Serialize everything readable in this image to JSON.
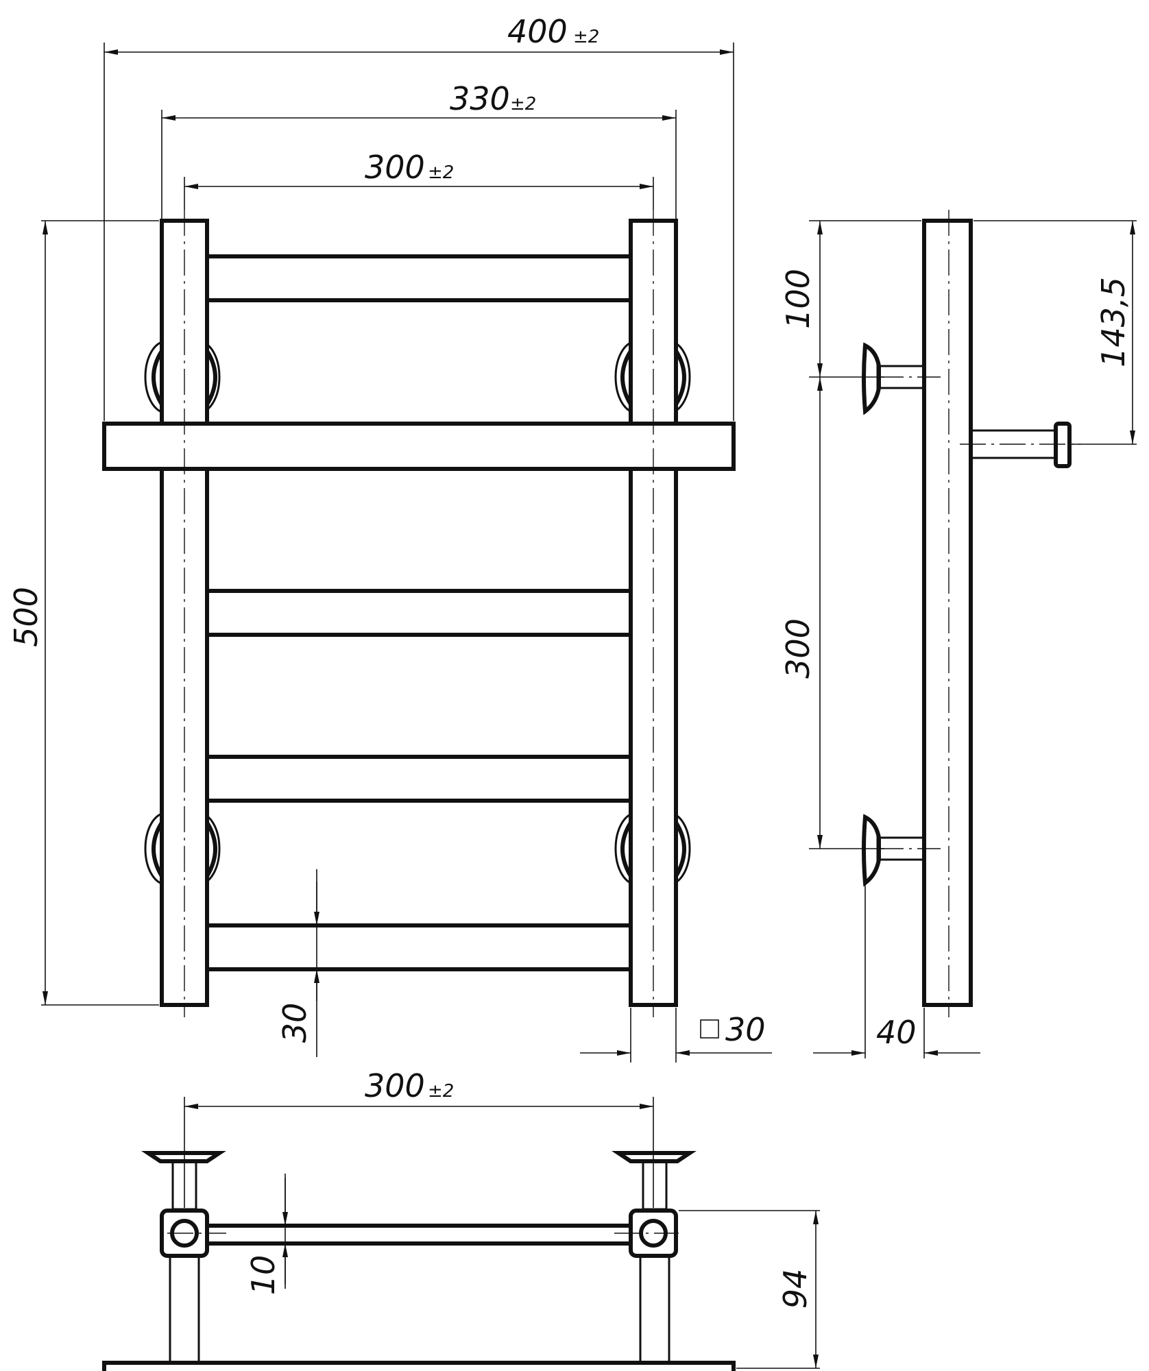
{
  "front_view": {
    "dim_total_width": {
      "value": "400",
      "tolerance": "±2"
    },
    "dim_outer_width": {
      "value": "330",
      "tolerance": "±2"
    },
    "dim_inner_width": {
      "value": "300",
      "tolerance": "±2"
    },
    "dim_height": {
      "value": "500"
    },
    "dim_bar_gap": {
      "value": "30"
    },
    "dim_tube_section": {
      "value": "30"
    }
  },
  "side_view": {
    "dim_top_offset": {
      "value": "100"
    },
    "dim_mount_spacing": {
      "value": "300"
    },
    "dim_shelf_offset": {
      "value": "143,5"
    },
    "dim_depth": {
      "value": "40"
    }
  },
  "top_view": {
    "dim_inner_width": {
      "value": "300",
      "tolerance": "±2"
    },
    "dim_bar_thickness": {
      "value": "10"
    },
    "dim_total_depth": {
      "value": "94"
    }
  }
}
